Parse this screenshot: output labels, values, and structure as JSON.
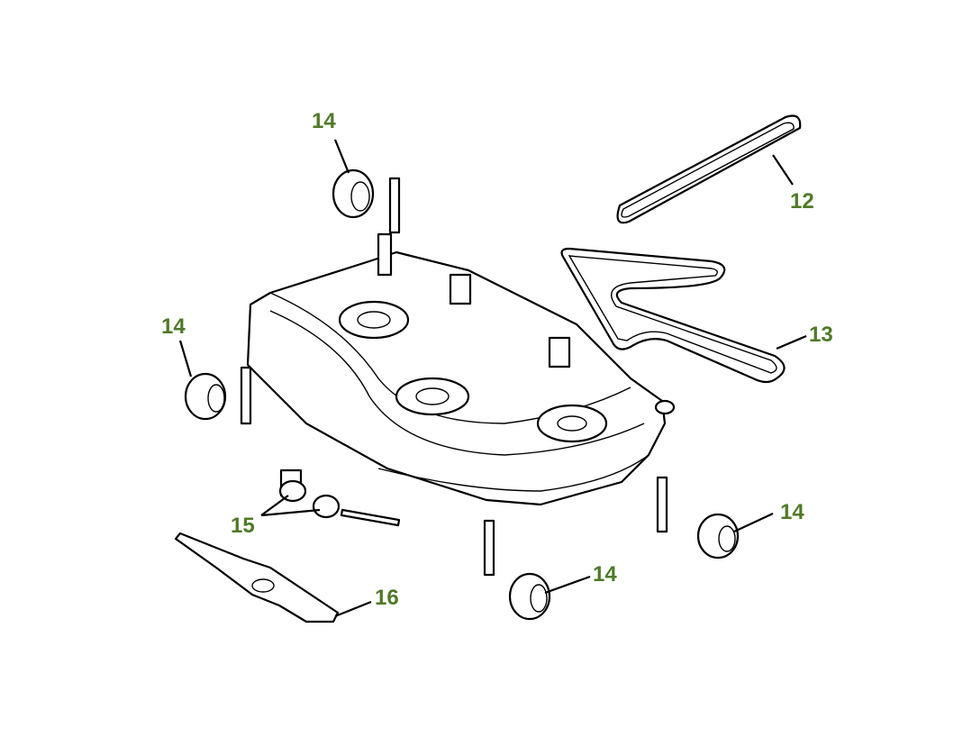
{
  "diagram": {
    "label_color": "#4f7a28",
    "callouts": [
      {
        "id": "wheel-top",
        "label": "14"
      },
      {
        "id": "belt-small",
        "label": "12"
      },
      {
        "id": "wheel-left",
        "label": "14"
      },
      {
        "id": "belt-large",
        "label": "13"
      },
      {
        "id": "wheel-right",
        "label": "14"
      },
      {
        "id": "spacers",
        "label": "15"
      },
      {
        "id": "wheel-front",
        "label": "14"
      },
      {
        "id": "blade",
        "label": "16"
      }
    ]
  }
}
